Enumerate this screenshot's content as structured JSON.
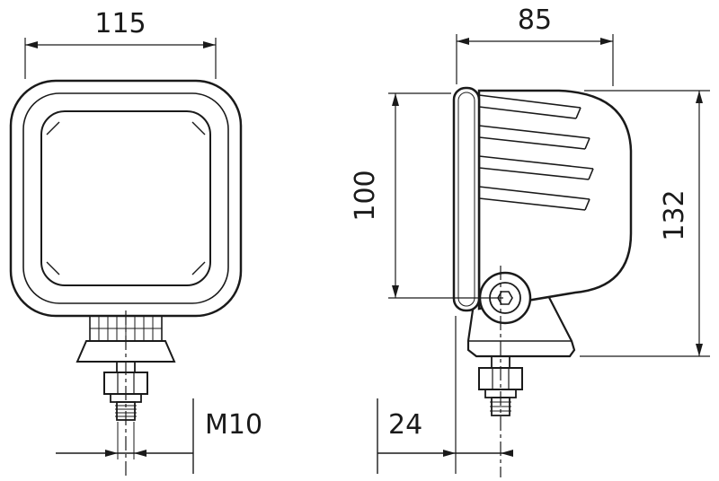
{
  "drawing": {
    "background": "#ffffff",
    "line_color": "#1a1a1a",
    "dimensions": {
      "front_width": "115",
      "side_depth": "85",
      "lens_height": "100",
      "overall_height": "132",
      "thread_size": "M10",
      "mount_offset": "24"
    }
  }
}
